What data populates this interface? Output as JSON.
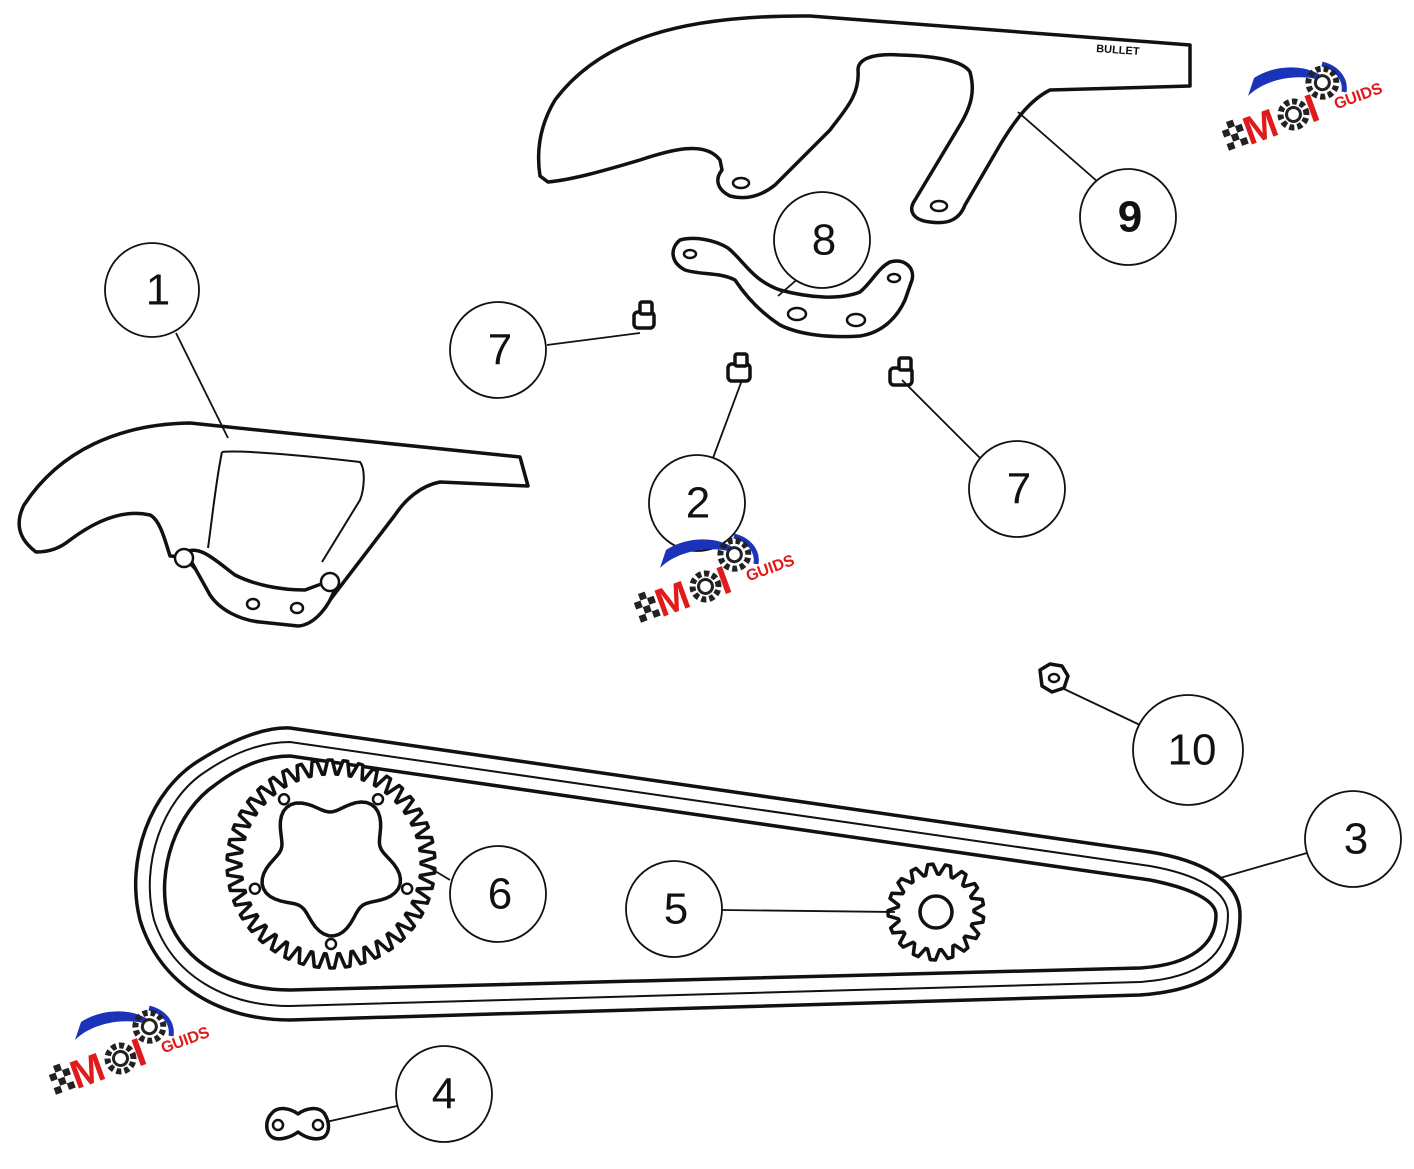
{
  "callouts": [
    {
      "id": "1",
      "label": "1"
    },
    {
      "id": "2",
      "label": "2"
    },
    {
      "id": "3",
      "label": "3"
    },
    {
      "id": "4",
      "label": "4"
    },
    {
      "id": "5",
      "label": "5"
    },
    {
      "id": "6",
      "label": "6"
    },
    {
      "id": "7a",
      "label": "7"
    },
    {
      "id": "7b",
      "label": "7"
    },
    {
      "id": "8",
      "label": "8"
    },
    {
      "id": "9",
      "label": "9"
    },
    {
      "id": "10",
      "label": "10"
    }
  ],
  "guard_marking": "BULLET",
  "watermark": {
    "brand": "MOTO",
    "suffix": "GUIDS",
    "colors": {
      "red": "#e01b1b",
      "blue": "#1a33b8",
      "dark": "#222222"
    }
  }
}
